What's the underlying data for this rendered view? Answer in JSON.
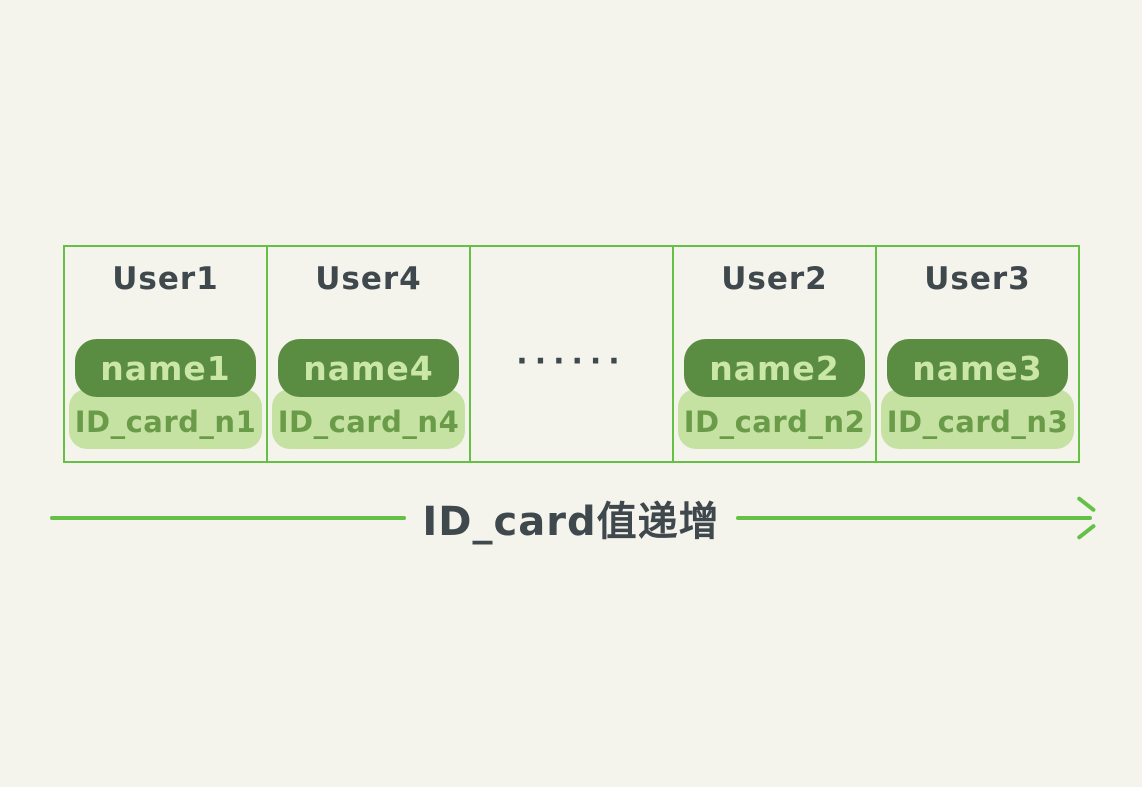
{
  "diagram": {
    "cells": [
      {
        "user": "User1",
        "name": "name1",
        "id_card": "ID_card_n1"
      },
      {
        "user": "User4",
        "name": "name4",
        "id_card": "ID_card_n4"
      },
      {
        "ellipsis": "······"
      },
      {
        "user": "User2",
        "name": "name2",
        "id_card": "ID_card_n2"
      },
      {
        "user": "User3",
        "name": "name3",
        "id_card": "ID_card_n3"
      }
    ],
    "arrow_label": "ID_card值递增",
    "colors": {
      "background": "#f4f3ec",
      "border_green": "#64c146",
      "dark_pill": "#5a8c42",
      "dark_pill_text": "#cae7a8",
      "light_pill": "#c5e2a2",
      "light_pill_text": "#699b48",
      "text_dark": "#3f484c"
    }
  }
}
